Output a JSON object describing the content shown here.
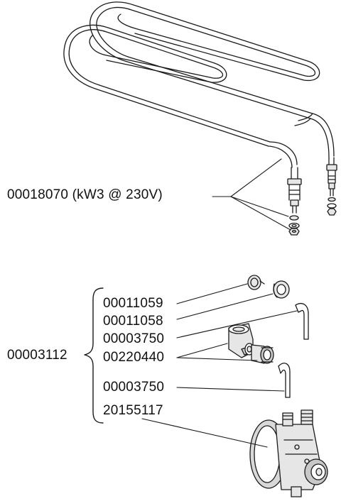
{
  "heating_element": {
    "part_label": "00018070  (kW3 @ 230V)"
  },
  "valve_assembly": {
    "group_label": "00003112",
    "parts": [
      "00011059",
      "00011058",
      "00003750",
      "00220440",
      "00003750",
      "20155117"
    ]
  },
  "colors": {
    "line": "#1a1a1a",
    "background": "#ffffff",
    "fill_light": "#e6e6e6",
    "fill_mid": "#c8c8c8"
  }
}
